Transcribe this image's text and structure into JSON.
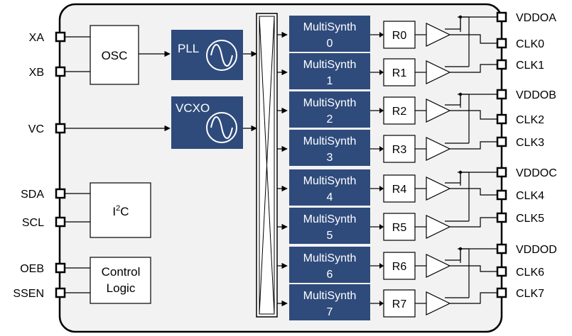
{
  "pins_left": [
    "XA",
    "XB",
    "VC",
    "SDA",
    "SCL",
    "OEB",
    "SSEN"
  ],
  "pins_right": [
    "VDDOA",
    "CLK0",
    "CLK1",
    "VDDOB",
    "CLK2",
    "CLK3",
    "VDDOC",
    "CLK4",
    "CLK5",
    "VDDOD",
    "CLK6",
    "CLK7"
  ],
  "blocks": {
    "osc": "OSC",
    "pll": "PLL",
    "vcxo": "VCXO",
    "i2c_main": "I",
    "i2c_sup": "2",
    "i2c_tail": "C",
    "control_line1": "Control",
    "control_line2": "Logic"
  },
  "multisynth_label": "MultiSynth",
  "multisynth_indices": [
    "0",
    "1",
    "2",
    "3",
    "4",
    "5",
    "6",
    "7"
  ],
  "dividers": [
    "R0",
    "R1",
    "R2",
    "R3",
    "R4",
    "R5",
    "R6",
    "R7"
  ],
  "colors": {
    "block_fill": "#2e4b7c",
    "block_text": "#ffffff",
    "line": "#000000",
    "chip_fill": "#f2f2f2"
  }
}
